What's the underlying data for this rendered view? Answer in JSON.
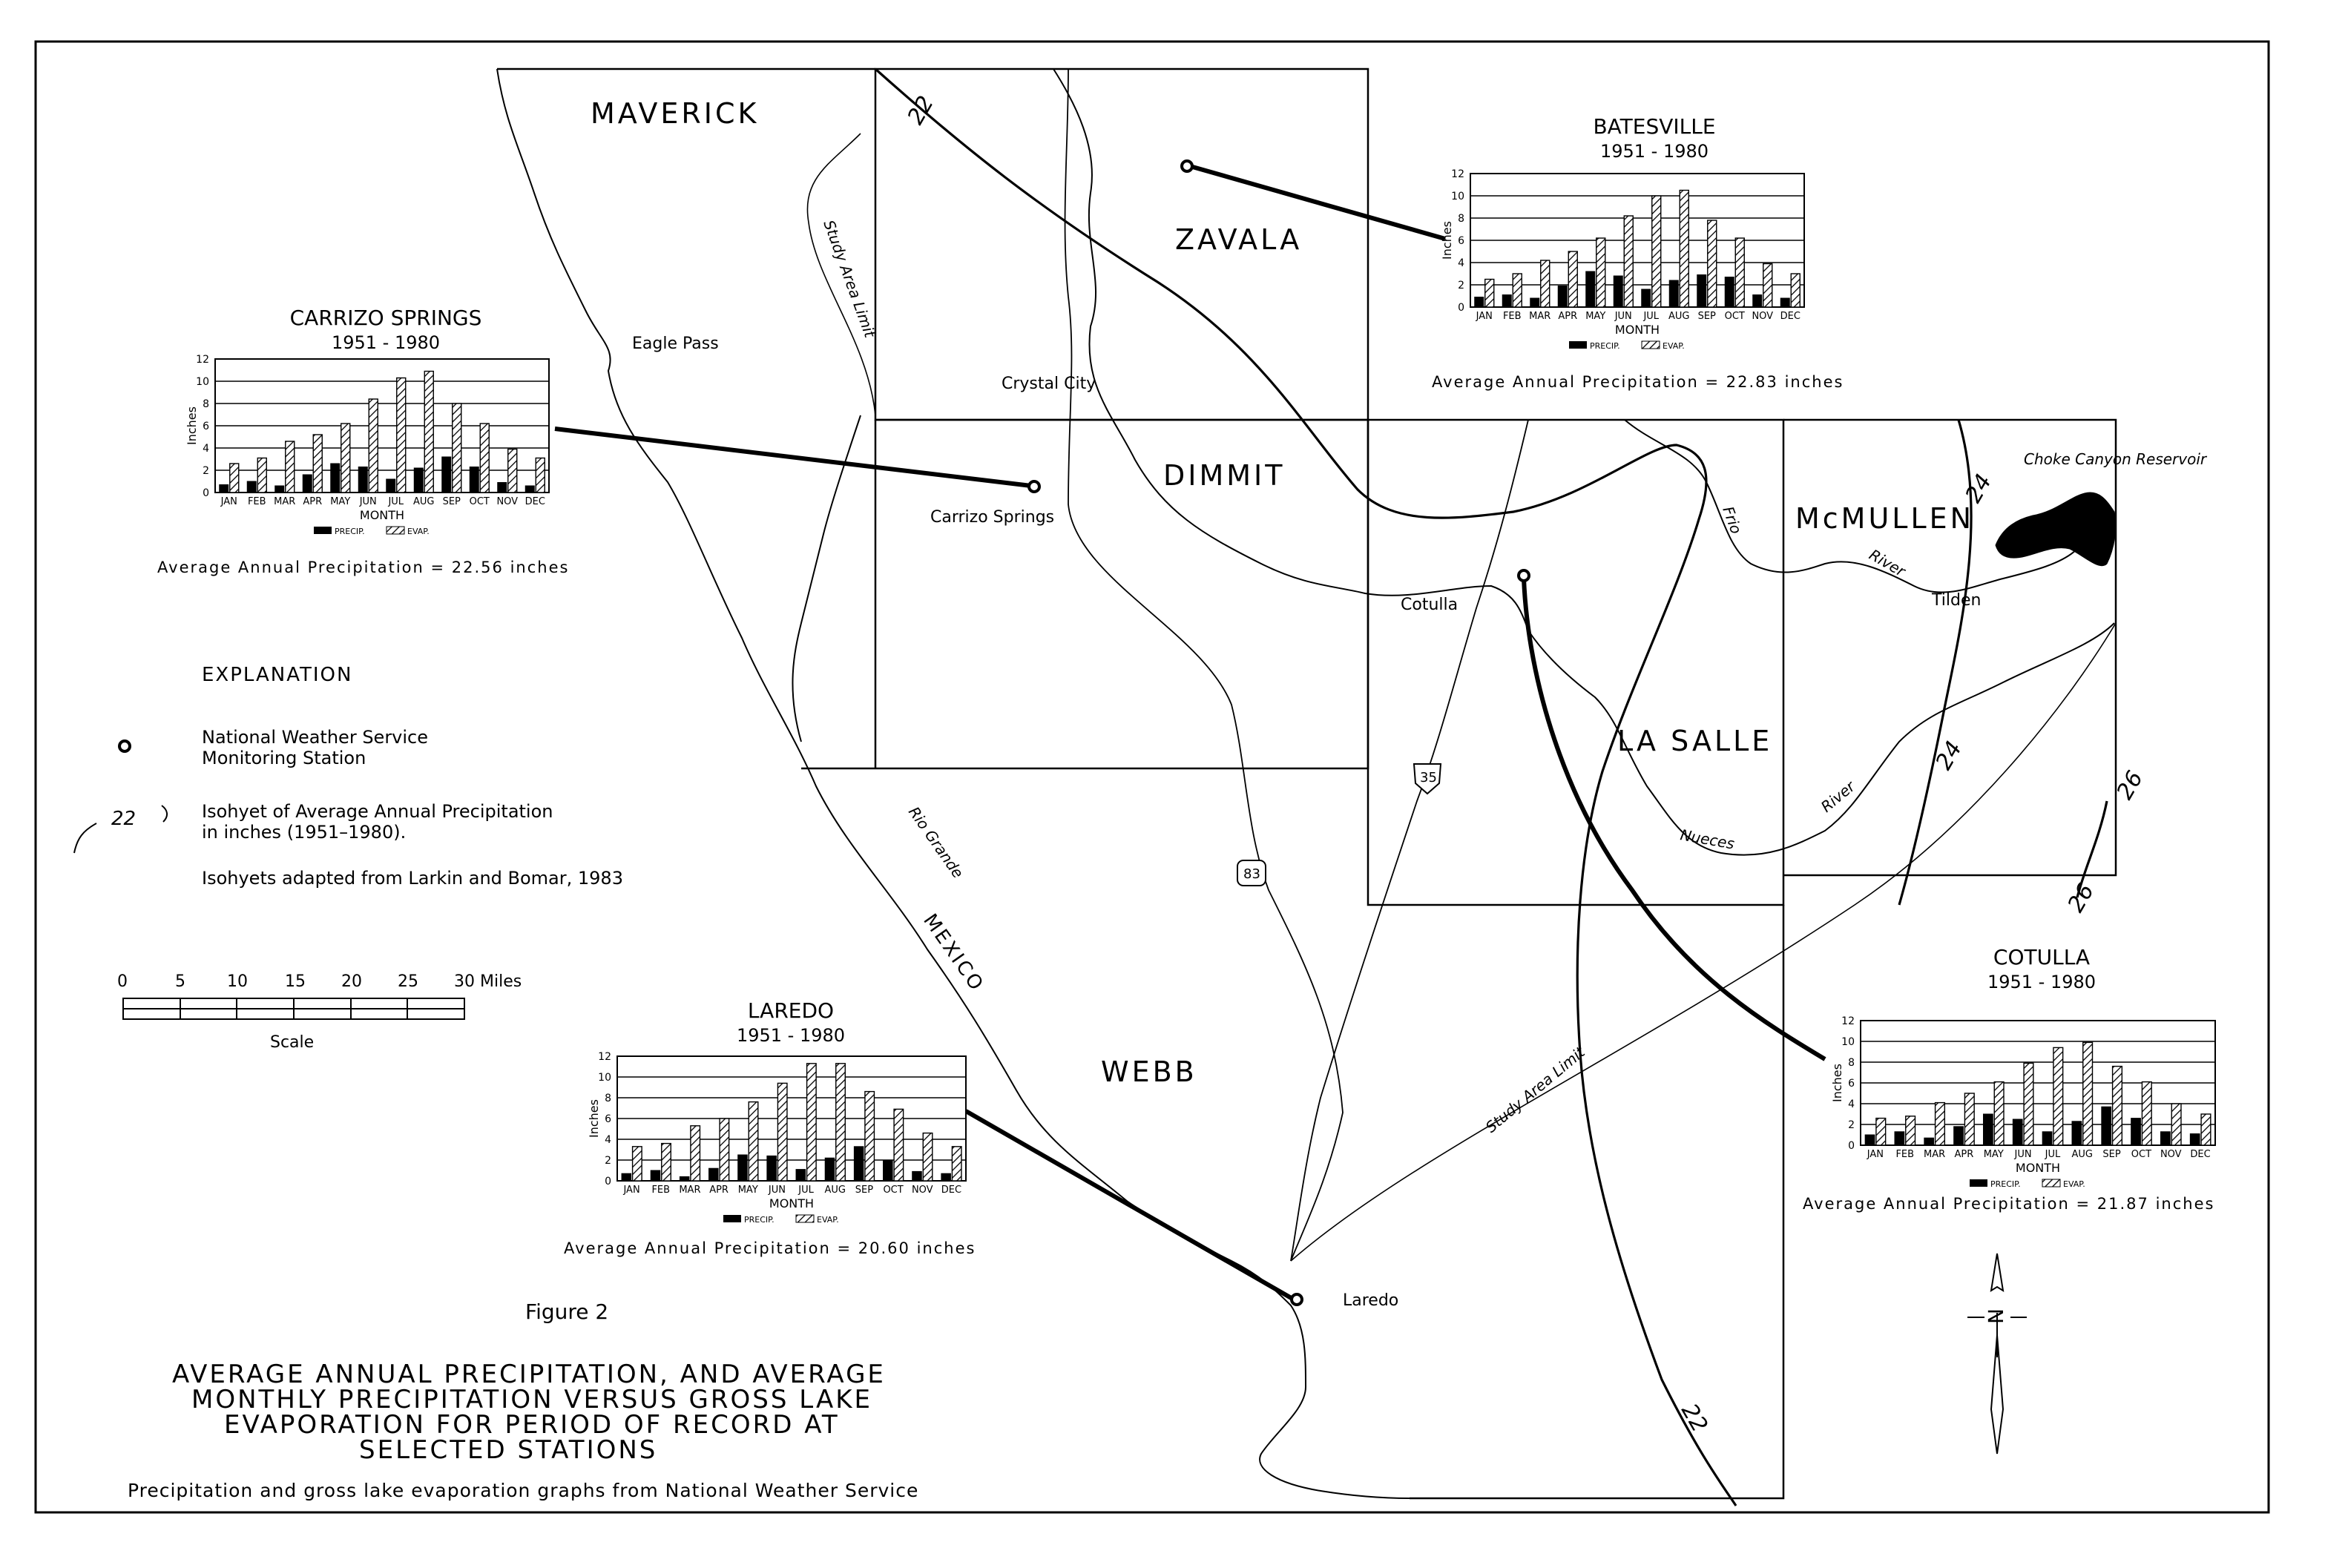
{
  "counties": [
    {
      "name": "MAVERICK"
    },
    {
      "name": "ZAVALA"
    },
    {
      "name": "DIMMIT"
    },
    {
      "name": "McMULLEN"
    },
    {
      "name": "LA SALLE"
    },
    {
      "name": "WEBB"
    }
  ],
  "places": {
    "eagle_pass": "Eagle Pass",
    "crystal_city": "Crystal City",
    "carrizo_springs": "Carrizo Springs",
    "cotulla": "Cotulla",
    "tilden": "Tilden",
    "laredo": "Laredo",
    "choke_canyon": "Choke Canyon Reservoir"
  },
  "features": {
    "study_area_limit": "Study Area Limit",
    "rio_grande": "Rio Grande",
    "mexico": "MEXICO",
    "frio": "Frio",
    "river": "River",
    "nueces": "Nueces"
  },
  "highways": {
    "i35": "35",
    "us83": "83"
  },
  "isohyets": [
    "22",
    "22",
    "24",
    "24",
    "26",
    "26"
  ],
  "legend": {
    "heading": "EXPLANATION",
    "station_line1": "National Weather Service",
    "station_line2": "Monitoring Station",
    "iso_sample": "22",
    "iso_line1": "Isohyet of Average Annual Precipitation",
    "iso_line2": "in inches (1951–1980).",
    "source": "Isohyets adapted from Larkin and Bomar, 1983"
  },
  "scale": {
    "ticks": [
      "0",
      "5",
      "10",
      "15",
      "20",
      "25",
      "30 Miles"
    ],
    "label": "Scale"
  },
  "figure": {
    "number": "Figure 2",
    "title_line1": "AVERAGE ANNUAL PRECIPITATION, AND AVERAGE",
    "title_line2": "MONTHLY PRECIPITATION VERSUS GROSS LAKE",
    "title_line3": "EVAPORATION FOR PERIOD OF RECORD AT",
    "title_line4": "SELECTED STATIONS",
    "credit": "Precipitation and gross lake evaporation graphs from National Weather Service"
  },
  "north_symbol": "N",
  "chart_data": [
    {
      "type": "bar",
      "title": "CARRIZO SPRINGS",
      "subtitle": "1951 - 1980",
      "categories": [
        "JAN",
        "FEB",
        "MAR",
        "APR",
        "MAY",
        "JUN",
        "JUL",
        "AUG",
        "SEP",
        "OCT",
        "NOV",
        "DEC"
      ],
      "series": [
        {
          "name": "PRECIP.",
          "values": [
            0.7,
            1.0,
            0.6,
            1.6,
            2.6,
            2.3,
            1.2,
            2.2,
            3.2,
            2.3,
            0.9,
            0.6
          ]
        },
        {
          "name": "EVAP.",
          "values": [
            2.6,
            3.1,
            4.6,
            5.2,
            6.2,
            8.4,
            10.3,
            10.9,
            8.0,
            6.2,
            3.9,
            3.1
          ]
        }
      ],
      "xlabel": "MONTH",
      "ylabel": "Inches",
      "ylim": [
        0,
        12
      ],
      "yticks": [
        "0",
        "2",
        "4",
        "6",
        "8",
        "10",
        "12"
      ],
      "legend": "bottom",
      "footer": "Average Annual Precipitation = 22.56 inches"
    },
    {
      "type": "bar",
      "title": "BATESVILLE",
      "subtitle": "1951 - 1980",
      "categories": [
        "JAN",
        "FEB",
        "MAR",
        "APR",
        "MAY",
        "JUN",
        "JUL",
        "AUG",
        "SEP",
        "OCT",
        "NOV",
        "DEC"
      ],
      "series": [
        {
          "name": "PRECIP.",
          "values": [
            0.9,
            1.1,
            0.8,
            1.9,
            3.2,
            2.8,
            1.6,
            2.4,
            2.9,
            2.7,
            1.1,
            0.8
          ]
        },
        {
          "name": "EVAP.",
          "values": [
            2.5,
            3.0,
            4.2,
            5.0,
            6.2,
            8.2,
            10.0,
            10.5,
            7.8,
            6.2,
            3.9,
            3.0
          ]
        }
      ],
      "xlabel": "MONTH",
      "ylabel": "Inches",
      "ylim": [
        0,
        12
      ],
      "yticks": [
        "0",
        "2",
        "4",
        "6",
        "8",
        "10",
        "12"
      ],
      "legend": "bottom",
      "footer": "Average Annual Precipitation = 22.83 inches"
    },
    {
      "type": "bar",
      "title": "LAREDO",
      "subtitle": "1951 - 1980",
      "categories": [
        "JAN",
        "FEB",
        "MAR",
        "APR",
        "MAY",
        "JUN",
        "JUL",
        "AUG",
        "SEP",
        "OCT",
        "NOV",
        "DEC"
      ],
      "series": [
        {
          "name": "PRECIP.",
          "values": [
            0.7,
            1.0,
            0.4,
            1.2,
            2.5,
            2.4,
            1.1,
            2.2,
            3.3,
            2.0,
            0.9,
            0.7
          ]
        },
        {
          "name": "EVAP.",
          "values": [
            3.3,
            3.6,
            5.3,
            6.0,
            7.6,
            9.4,
            11.3,
            11.3,
            8.6,
            6.9,
            4.6,
            3.3
          ]
        }
      ],
      "xlabel": "MONTH",
      "ylabel": "Inches",
      "ylim": [
        0,
        12
      ],
      "yticks": [
        "0",
        "2",
        "4",
        "6",
        "8",
        "10",
        "12"
      ],
      "legend": "bottom",
      "footer": "Average Annual Precipitation = 20.60 inches"
    },
    {
      "type": "bar",
      "title": "COTULLA",
      "subtitle": "1951 - 1980",
      "categories": [
        "JAN",
        "FEB",
        "MAR",
        "APR",
        "MAY",
        "JUN",
        "JUL",
        "AUG",
        "SEP",
        "OCT",
        "NOV",
        "DEC"
      ],
      "series": [
        {
          "name": "PRECIP.",
          "values": [
            1.0,
            1.3,
            0.7,
            1.8,
            3.0,
            2.5,
            1.3,
            2.3,
            3.7,
            2.6,
            1.3,
            1.1
          ]
        },
        {
          "name": "EVAP.",
          "values": [
            2.6,
            2.8,
            4.1,
            5.0,
            6.1,
            7.9,
            9.4,
            9.9,
            7.6,
            6.1,
            4.0,
            3.0
          ]
        }
      ],
      "xlabel": "MONTH",
      "ylabel": "Inches",
      "ylim": [
        0,
        12
      ],
      "yticks": [
        "0",
        "2",
        "4",
        "6",
        "8",
        "10",
        "12"
      ],
      "legend": "bottom",
      "footer": "Average Annual Precipitation = 21.87 inches"
    }
  ]
}
